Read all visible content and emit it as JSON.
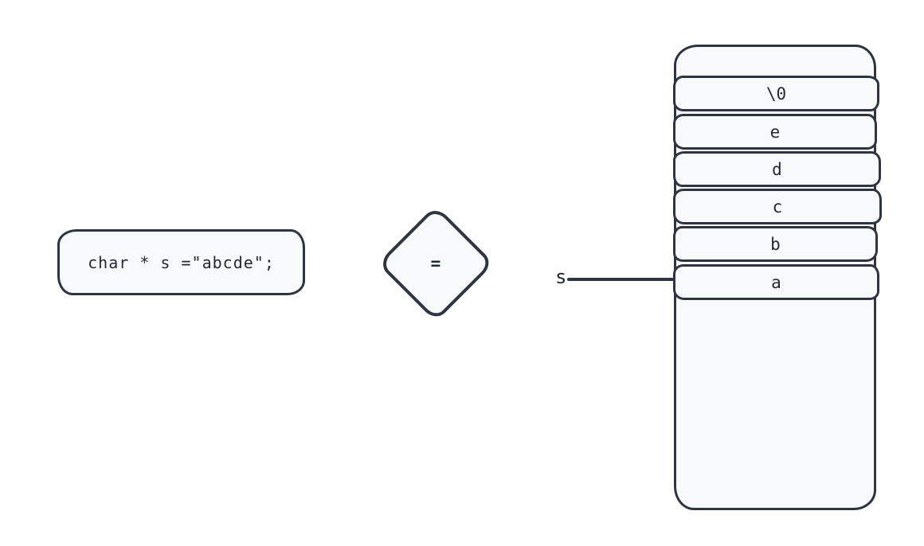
{
  "diagram": {
    "code_box": {
      "text": "char * s =\"abcde\";"
    },
    "operator_diamond": {
      "label": "="
    },
    "pointer": {
      "label": "s"
    },
    "memory_column": {
      "cells": [
        {
          "label": "\\0"
        },
        {
          "label": "e"
        },
        {
          "label": "d"
        },
        {
          "label": "c"
        },
        {
          "label": "b"
        },
        {
          "label": "a"
        }
      ]
    },
    "colors": {
      "stroke": "#2f3540",
      "shape_fill": "#f8f9fa",
      "background": "#ffffff"
    }
  }
}
